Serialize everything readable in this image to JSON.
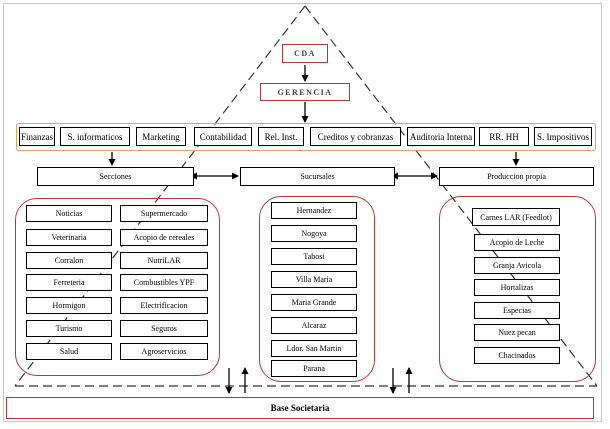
{
  "top": {
    "cda": "CDA",
    "gerencia": "GERENCIA"
  },
  "departments": [
    "Finanzas",
    "S. informaticos",
    "Marketing",
    "Contabilidad",
    "Rel. Inst.",
    "Creditos y cobranzas",
    "Auditoria Interna",
    "RR. HH",
    "S. Impositivos"
  ],
  "divisions": {
    "secciones": "Secciones",
    "sucursales": "Sucursales",
    "produccion": "Produccion propia"
  },
  "secciones_items": [
    "Noticias",
    "Supermercado",
    "Veterinaria",
    "Acopio de cereales",
    "Corralon",
    "NutriLAR",
    "Ferreteria",
    "Combustibles YPF",
    "Hormigon",
    "Electrificacion",
    "Turismo",
    "Seguros",
    "Salud",
    "Agroservicios"
  ],
  "sucursales_items": [
    "Hernandez",
    "Nogoya",
    "Tabosi",
    "Villa Maria",
    "Maria Grande",
    "Alcaraz",
    "Ldor. San Martin",
    "Parana"
  ],
  "produccion_items": [
    "Carnes LAR (Feedlot)",
    "Acopio de Leche",
    "Granja Avicola",
    "Hortalizas",
    "Especias",
    "Nuez pecan",
    "Chacinados"
  ],
  "base": "Base Societaria"
}
